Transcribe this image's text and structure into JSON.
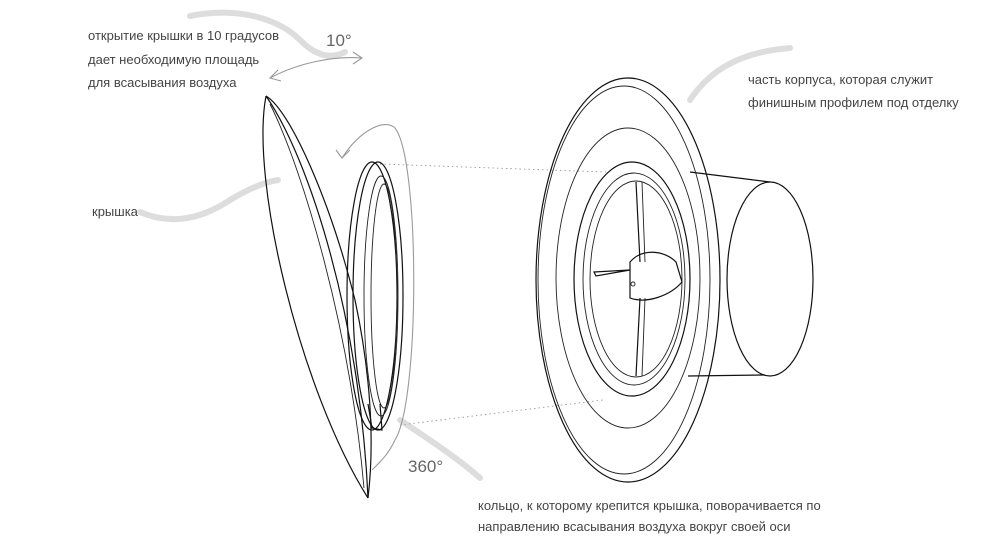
{
  "annotations": {
    "lid_tilt": {
      "lines": [
        "открытие крышки в 10 градусов",
        "дает необходимую площадь",
        "для всасывания воздуха"
      ]
    },
    "lid": {
      "label": "крышка"
    },
    "housing": {
      "lines": [
        "часть корпуса, которая служит",
        "финишным профилем под отделку"
      ]
    },
    "ring": {
      "lines": [
        "кольцо, к которому крепится крышка, поворачивается по",
        "направлению всасывания воздуха вокруг своей оси"
      ]
    }
  },
  "angles": {
    "tilt": "10°",
    "rotation": "360°"
  }
}
